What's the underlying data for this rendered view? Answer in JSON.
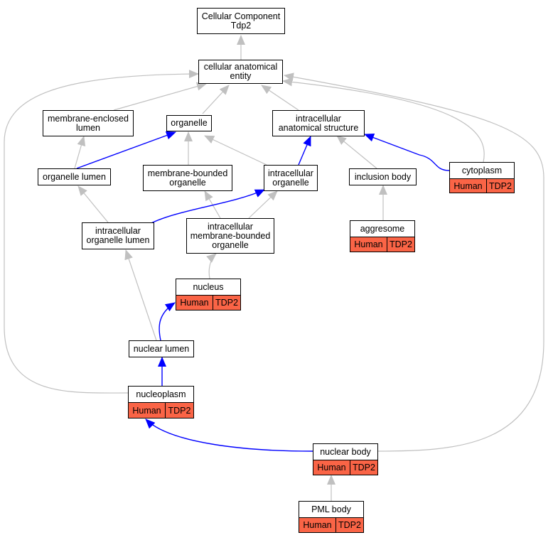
{
  "colors": {
    "isa_edge": "#c0c0c0",
    "partof_edge": "#0000ff",
    "annotation_fill": "#fa6446"
  },
  "nodes": {
    "root": "Cellular Component\nTdp2",
    "cae": "cellular anatomical\nentity",
    "mel": "membrane-enclosed\nlumen",
    "org": "organelle",
    "ias": "intracellular\nanatomical structure",
    "orgl": "organelle lumen",
    "mbo": "membrane-bounded\norganelle",
    "io": "intracellular\norganelle",
    "ib": "inclusion body",
    "iol": "intracellular\norganelle lumen",
    "imbo": "intracellular\nmembrane-bounded\norganelle",
    "nl": "nuclear lumen"
  },
  "annotated": {
    "cytoplasm": {
      "name": "cytoplasm",
      "organism": "Human",
      "gene": "TDP2"
    },
    "aggresome": {
      "name": "aggresome",
      "organism": "Human",
      "gene": "TDP2"
    },
    "nucleus": {
      "name": "nucleus",
      "organism": "Human",
      "gene": "TDP2"
    },
    "nucleoplasm": {
      "name": "nucleoplasm",
      "organism": "Human",
      "gene": "TDP2"
    },
    "nuclear_body": {
      "name": "nuclear body",
      "organism": "Human",
      "gene": "TDP2"
    },
    "pml_body": {
      "name": "PML body",
      "organism": "Human",
      "gene": "TDP2"
    }
  }
}
